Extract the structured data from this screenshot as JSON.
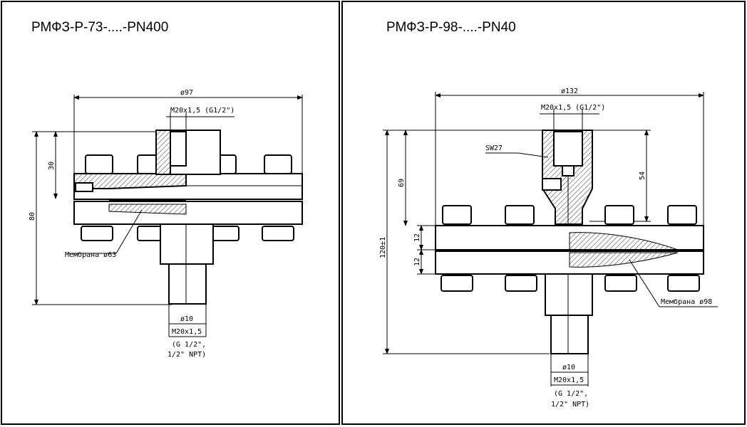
{
  "left": {
    "title": "РМФЗ-Р-73-....-PN400",
    "dims": {
      "outer_diameter": "ø97",
      "thread_top": "M20x1,5 (G1/2\")",
      "height_30": "30",
      "height_80": "80",
      "membrane": "Мембрана ø63",
      "bore": "ø10",
      "thread_bottom": "M20x1,5",
      "thread_bottom_alt1": "(G 1/2\",",
      "thread_bottom_alt2": "1/2\" NPT)"
    }
  },
  "right": {
    "title": "РМФЗ-Р-98-....-PN40",
    "dims": {
      "outer_diameter": "ø132",
      "thread_top": "M20x1,5 (G1/2\")",
      "wrench": "SW27",
      "height_69": "69",
      "height_54": "54",
      "height_120": "120±1",
      "flange_12a": "12",
      "flange_12b": "12",
      "membrane": "Мембрана ø98",
      "bore": "ø10",
      "thread_bottom": "M20x1,5",
      "thread_bottom_alt1": "(G 1/2\",",
      "thread_bottom_alt2": "1/2\" NPT)"
    }
  }
}
